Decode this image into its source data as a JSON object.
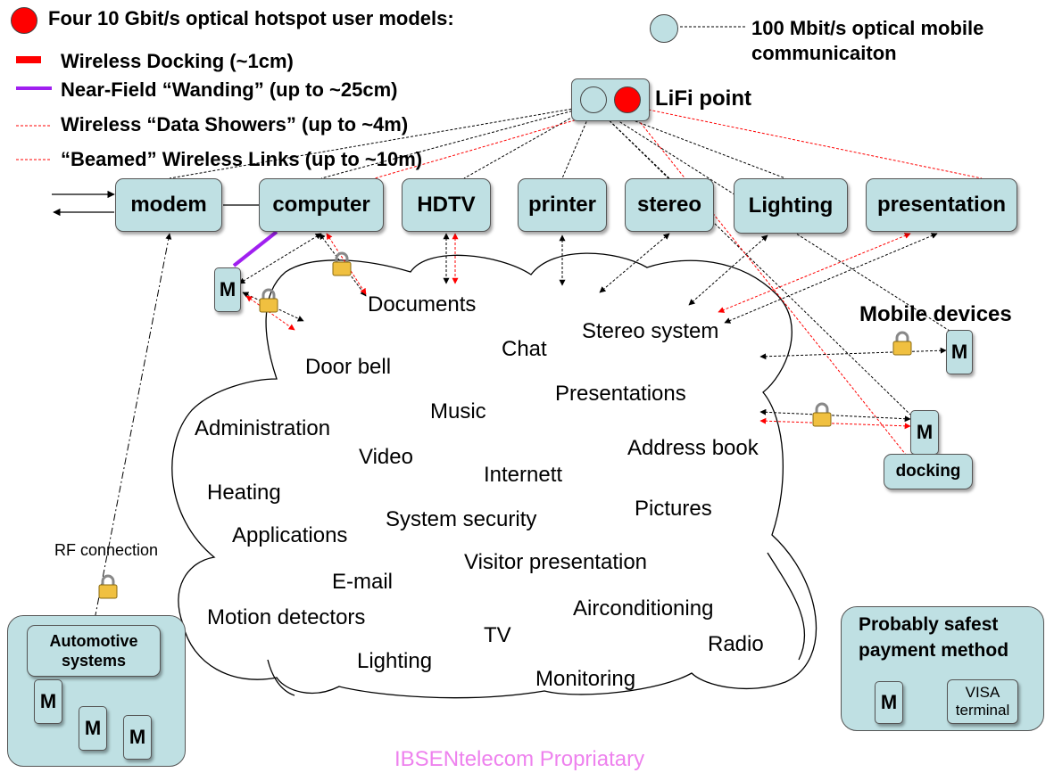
{
  "legend": {
    "title": "Four 10 Gbit/s optical hotspot user models:",
    "items": [
      {
        "label": "Wireless Docking (~1cm)",
        "color": "#ff0000"
      },
      {
        "label": "Near-Field “Wanding” (up to ~25cm)",
        "color": "#a020f0"
      },
      {
        "label": "Wireless “Data Showers” (up to ~4m)",
        "color": "#ff0000"
      },
      {
        "label": "“Beamed” Wireless Links (up to ~10m)",
        "color": "#ff0000"
      }
    ],
    "mobile_label": "100 Mbit/s optical mobile communicaiton"
  },
  "lifi_label": "LiFi point",
  "devices": [
    "modem",
    "computer",
    "HDTV",
    "printer",
    "stereo",
    "Lighting",
    "presentation"
  ],
  "mobile_marker": "M",
  "mobile_devices_label": "Mobile devices",
  "docking_label": "docking",
  "cloud_services": [
    "Documents",
    "Stereo system",
    "Chat",
    "Door bell",
    "Presentations",
    "Music",
    "Administration",
    "Video",
    "Address book",
    "Internett",
    "Heating",
    "Pictures",
    "System security",
    "Applications",
    "Visitor presentation",
    "E-mail",
    "Airconditioning",
    "Motion detectors",
    "TV",
    "Radio",
    "Lighting",
    "Monitoring"
  ],
  "rf_label": "RF connection",
  "automotive_label": "Automotive systems",
  "payment_label": "Probably safest payment method",
  "visa_label": "VISA terminal",
  "footer": "IBSENtelecom Propriatary",
  "colors": {
    "box_fill": "#bfe0e3",
    "docking_red": "#ff0000",
    "wanding_purple": "#a020f0",
    "footer_pink": "#ee82ee"
  }
}
